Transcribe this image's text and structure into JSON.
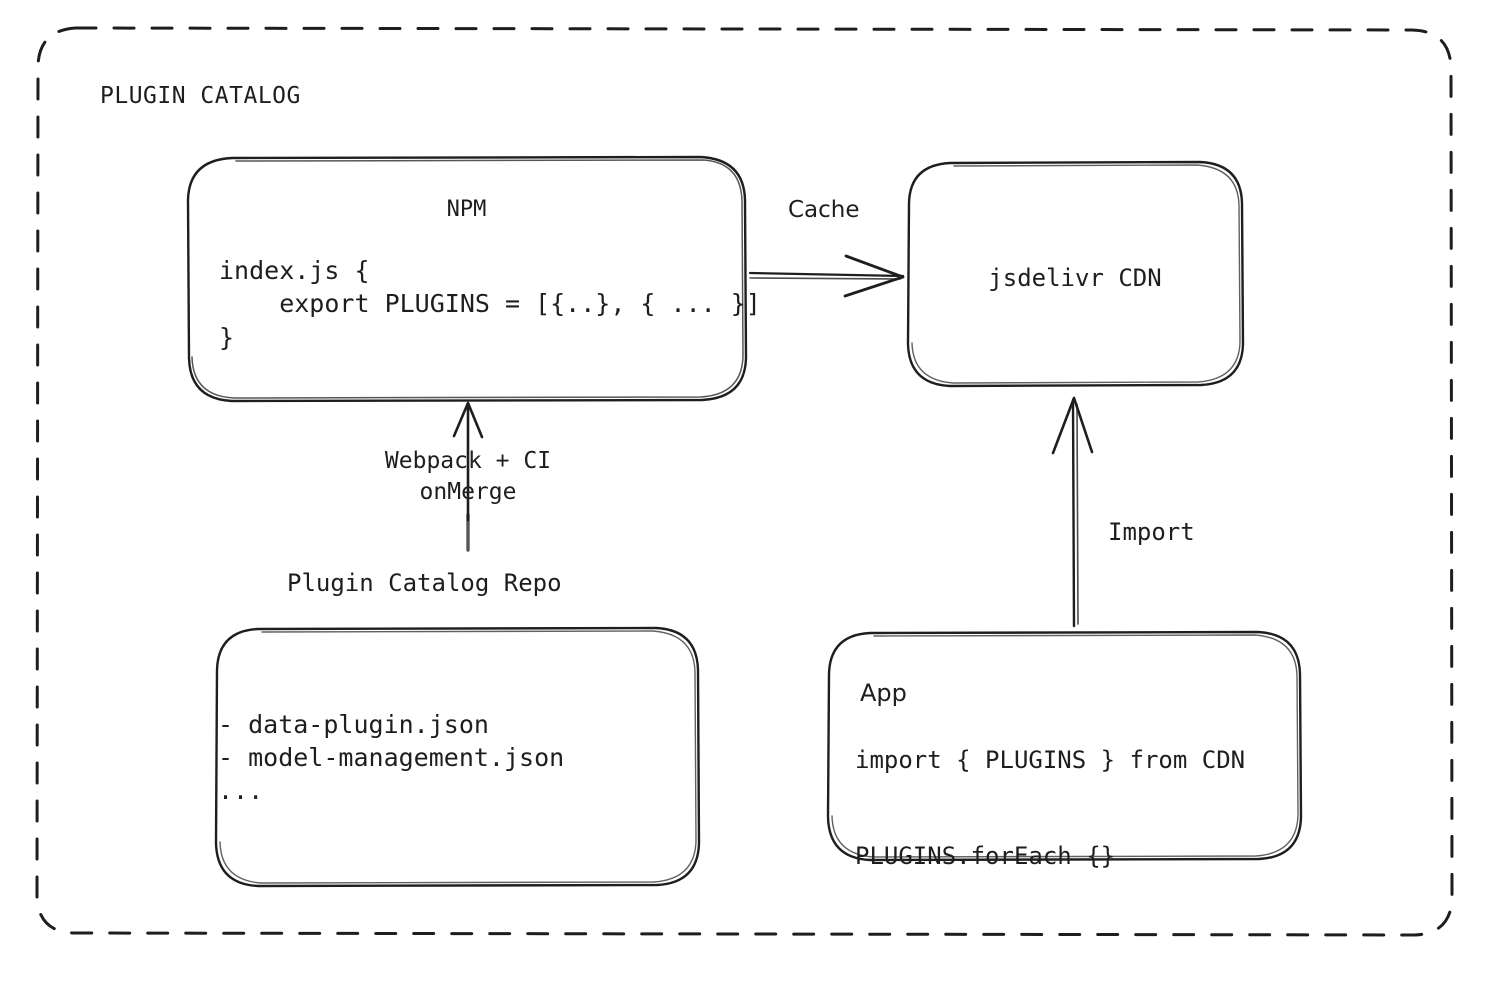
{
  "diagram": {
    "title": "PLUGIN CATALOG",
    "type": "architecture-flow",
    "background": "#ffffff",
    "stroke": "#1e1e1e",
    "nodes": {
      "npm": {
        "title": "NPM",
        "code": "index.js {\n    export PLUGINS = [{..}, { ... }]\n}"
      },
      "cdn": {
        "label": "jsdelivr CDN"
      },
      "repo": {
        "caption": "Plugin Catalog Repo",
        "files": "- data-plugin.json\n- model-management.json\n..."
      },
      "app": {
        "title": "App",
        "code": "import { PLUGINS } from CDN\n\nPLUGINS.forEach {}"
      }
    },
    "edges": {
      "cache": "Cache",
      "import": "Import",
      "build": "Webpack + CI\nonMerge"
    }
  }
}
